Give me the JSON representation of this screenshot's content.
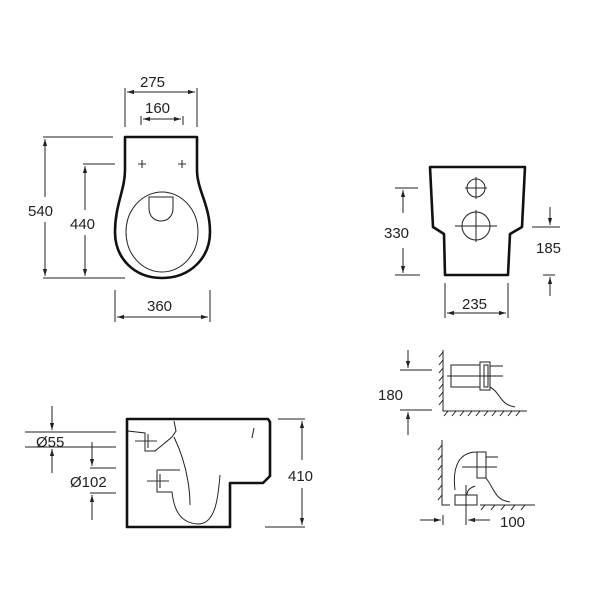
{
  "top_view": {
    "width_total": "275",
    "width_fixings": "160",
    "length_total": "540",
    "length_fixings": "440",
    "width_bowl": "360"
  },
  "front_view": {
    "height_total": "330",
    "height_outlet": "185",
    "width_base": "235"
  },
  "side_view": {
    "inlet_diameter": "Ø55",
    "outlet_diameter": "Ø102",
    "height": "410"
  },
  "connection_detail": {
    "outlet_height": "180",
    "outlet_offset": "100"
  }
}
